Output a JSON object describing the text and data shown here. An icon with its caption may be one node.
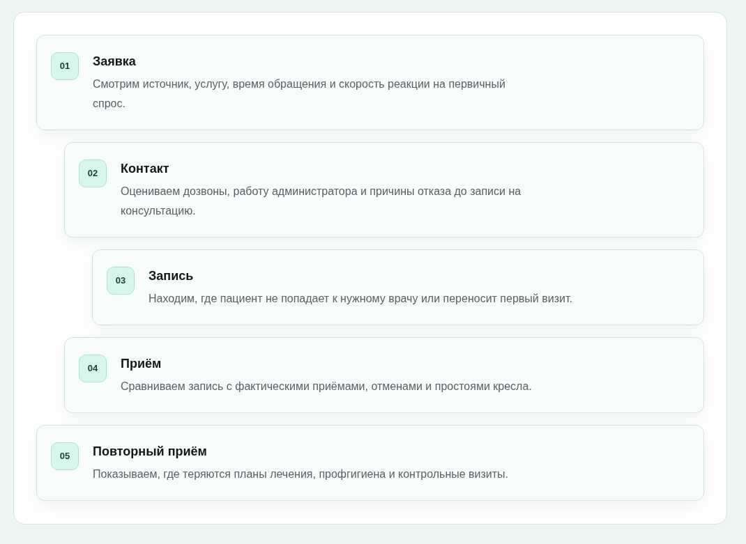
{
  "diagram": {
    "nodes": [
      {
        "text": [
          "Заявка",
          "Смотрим источник, услугу, время обращения и скорость реакции на первичный спрос."
        ]
      },
      {
        "text": [
          "01"
        ],
        "in": 0
      },
      {
        "text": [
          "Контакт",
          "Оцениваем дозвоны, работу администратора и причины отказа до записи на консультацию."
        ]
      },
      {
        "text": [
          "02"
        ],
        "in": 2
      },
      {
        "text": [
          "Запись",
          "Находим, где пациент не попадает к нужному врачу или переносит первый визит."
        ]
      },
      {
        "text": [
          "03"
        ],
        "in": 4
      },
      {
        "text": [
          "Приём",
          "Сравниваем запись с фактическими приёмами, отменами и простоями кресла."
        ]
      },
      {
        "text": [
          "04"
        ],
        "in": 6
      },
      {
        "text": [
          "Повторный приём",
          "Показываем, где теряются планы лечения, профгигиена и контрольные визиты."
        ]
      },
      {
        "text": [
          "05"
        ],
        "in": 8
      }
    ]
  }
}
